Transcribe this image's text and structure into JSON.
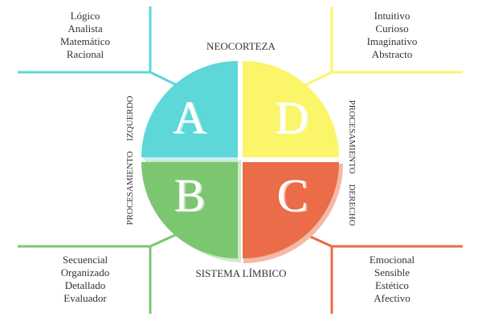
{
  "title_top": "NEOCORTEZA",
  "title_bottom": "SISTEMA LÍMBICO",
  "side_left": "PROCESAMIENTO IZQUERDO",
  "side_right": "PROCESAMIENTO DERECHO",
  "quadrants": {
    "A": {
      "letter": "A",
      "color": "#5dd7d8",
      "traits": [
        "Lógico",
        "Analista",
        "Matemático",
        "Racional"
      ]
    },
    "B": {
      "letter": "B",
      "color": "#7cc672",
      "traits": [
        "Secuencial",
        "Organizado",
        "Detallado",
        "Evaluador"
      ]
    },
    "C": {
      "letter": "C",
      "color": "#ea6c48",
      "traits": [
        "Emocional",
        "Sensible",
        "Estético",
        "Afectivo"
      ]
    },
    "D": {
      "letter": "D",
      "color": "#fbf56a",
      "traits": [
        "Intuitivo",
        "Curioso",
        "Imaginativo",
        "Abstracto"
      ]
    }
  }
}
